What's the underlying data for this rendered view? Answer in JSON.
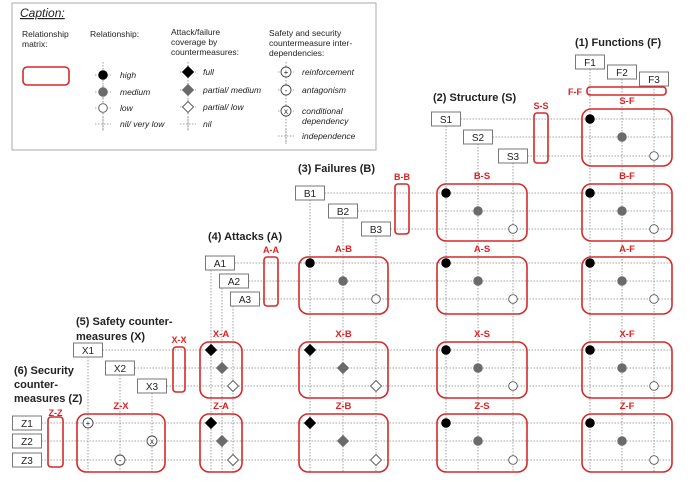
{
  "caption": {
    "title": "Caption:",
    "matrix_heading": [
      "Relationship",
      "matrix:"
    ],
    "relationship_heading": "Relationship:",
    "relationship_items": [
      "high",
      "medium",
      "low",
      "nil/ very low"
    ],
    "coverage_heading": [
      "Attack/failure",
      "coverage by",
      "countermeasures:"
    ],
    "coverage_items": [
      "full",
      "partial/ medium",
      "partial/ low",
      "nil"
    ],
    "dependency_heading": [
      "Safety and security",
      "countermeasure inter-",
      "dependencies:"
    ],
    "dependency_items": [
      "reinforcement",
      "antagonism",
      "conditional dependency",
      "independence"
    ]
  },
  "groups": {
    "F": {
      "title": [
        "(1) Functions (F)"
      ],
      "items": [
        "F1",
        "F2",
        "F3"
      ]
    },
    "S": {
      "title": [
        "(2) Structure (S)"
      ],
      "items": [
        "S1",
        "S2",
        "S3"
      ]
    },
    "B": {
      "title": [
        "(3) Failures  (B)"
      ],
      "items": [
        "B1",
        "B2",
        "B3"
      ]
    },
    "A": {
      "title": [
        "(4) Attacks (A)"
      ],
      "items": [
        "A1",
        "A2",
        "A3"
      ]
    },
    "X": {
      "title": [
        "(5) Safety counter-",
        "measures (X)"
      ],
      "items": [
        "X1",
        "X2",
        "X3"
      ]
    },
    "Z": {
      "title": [
        "(6) Security",
        "counter-",
        "measures (Z)"
      ],
      "items": [
        "Z1",
        "Z2",
        "Z3"
      ]
    }
  },
  "self_matrices": [
    {
      "label": "F-F",
      "group": "F"
    },
    {
      "label": "S-S",
      "group": "S"
    },
    {
      "label": "B-B",
      "group": "B"
    },
    {
      "label": "A-A",
      "group": "A"
    },
    {
      "label": "X-X",
      "group": "X"
    },
    {
      "label": "Z-Z",
      "group": "Z"
    }
  ],
  "matrices": [
    {
      "label": "S-F",
      "row": "S",
      "col": "F",
      "marks": [
        [
          0,
          0,
          "high"
        ],
        [
          1,
          1,
          "medium"
        ],
        [
          2,
          2,
          "low"
        ]
      ]
    },
    {
      "label": "B-S",
      "row": "B",
      "col": "S",
      "marks": [
        [
          0,
          0,
          "high"
        ],
        [
          1,
          1,
          "medium"
        ],
        [
          2,
          2,
          "low"
        ]
      ]
    },
    {
      "label": "B-F",
      "row": "B",
      "col": "F",
      "marks": [
        [
          0,
          0,
          "high"
        ],
        [
          1,
          1,
          "medium"
        ],
        [
          2,
          2,
          "low"
        ]
      ]
    },
    {
      "label": "A-B",
      "row": "A",
      "col": "B",
      "marks": [
        [
          0,
          0,
          "high"
        ],
        [
          1,
          1,
          "medium"
        ],
        [
          2,
          2,
          "low"
        ]
      ]
    },
    {
      "label": "A-S",
      "row": "A",
      "col": "S",
      "marks": [
        [
          0,
          0,
          "high"
        ],
        [
          1,
          1,
          "medium"
        ],
        [
          2,
          2,
          "low"
        ]
      ]
    },
    {
      "label": "A-F",
      "row": "A",
      "col": "F",
      "marks": [
        [
          0,
          0,
          "high"
        ],
        [
          1,
          1,
          "medium"
        ],
        [
          2,
          2,
          "low"
        ]
      ]
    },
    {
      "label": "X-A",
      "row": "X",
      "col": "A",
      "marks": [
        [
          0,
          0,
          "full"
        ],
        [
          1,
          1,
          "partial-medium"
        ],
        [
          2,
          2,
          "partial-low"
        ]
      ]
    },
    {
      "label": "X-B",
      "row": "X",
      "col": "B",
      "marks": [
        [
          0,
          0,
          "full"
        ],
        [
          1,
          1,
          "partial-medium"
        ],
        [
          2,
          2,
          "partial-low"
        ]
      ]
    },
    {
      "label": "X-S",
      "row": "X",
      "col": "S",
      "marks": [
        [
          0,
          0,
          "high"
        ],
        [
          1,
          1,
          "medium"
        ],
        [
          2,
          2,
          "low"
        ]
      ]
    },
    {
      "label": "X-F",
      "row": "X",
      "col": "F",
      "marks": [
        [
          0,
          0,
          "high"
        ],
        [
          1,
          1,
          "medium"
        ],
        [
          2,
          2,
          "low"
        ]
      ]
    },
    {
      "label": "Z-X",
      "row": "Z",
      "col": "X",
      "marks": [
        [
          0,
          0,
          "reinforcement"
        ],
        [
          1,
          2,
          "conditional"
        ],
        [
          2,
          1,
          "antagonism"
        ]
      ]
    },
    {
      "label": "Z-A",
      "row": "Z",
      "col": "A",
      "marks": [
        [
          0,
          0,
          "full"
        ],
        [
          1,
          1,
          "partial-medium"
        ],
        [
          2,
          2,
          "partial-low"
        ]
      ]
    },
    {
      "label": "Z-B",
      "row": "Z",
      "col": "B",
      "marks": [
        [
          0,
          0,
          "full"
        ],
        [
          1,
          1,
          "partial-medium"
        ],
        [
          2,
          2,
          "partial-low"
        ]
      ]
    },
    {
      "label": "Z-S",
      "row": "Z",
      "col": "S",
      "marks": [
        [
          0,
          0,
          "high"
        ],
        [
          1,
          1,
          "medium"
        ],
        [
          2,
          2,
          "low"
        ]
      ]
    },
    {
      "label": "Z-F",
      "row": "Z",
      "col": "F",
      "marks": [
        [
          0,
          0,
          "high"
        ],
        [
          1,
          1,
          "medium"
        ],
        [
          2,
          2,
          "low"
        ]
      ]
    }
  ],
  "colors": {
    "matrix_border": "#d42a2a",
    "label_red": "#e02020",
    "medium_fill": "#6b6b6b",
    "grid": "#888888",
    "box_border": "#777777"
  }
}
